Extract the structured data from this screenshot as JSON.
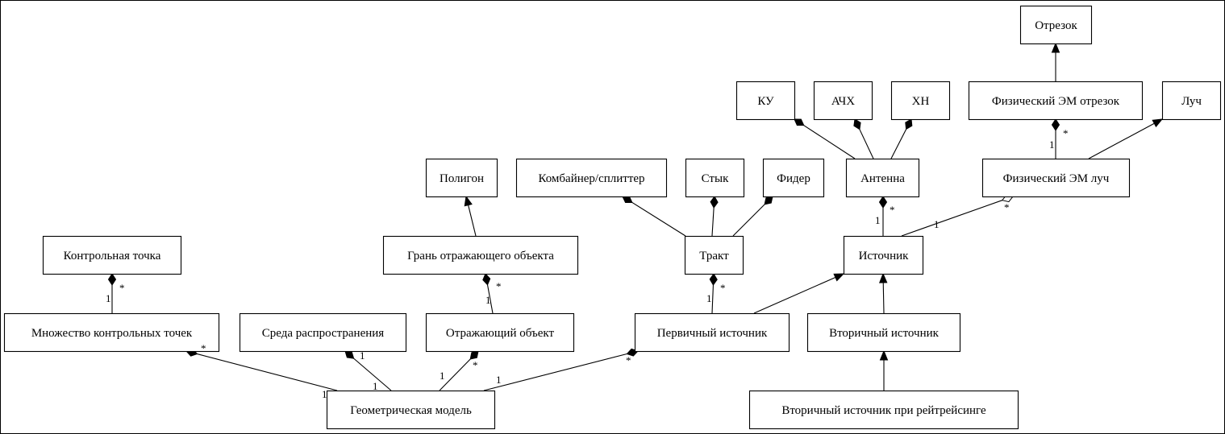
{
  "nodes": [
    {
      "id": "otrezok",
      "label": "Отрезок"
    },
    {
      "id": "ku",
      "label": "КУ"
    },
    {
      "id": "achh",
      "label": "АЧХ"
    },
    {
      "id": "hn",
      "label": "ХН"
    },
    {
      "id": "fiz_otrezok",
      "label": "Физический ЭМ отрезок"
    },
    {
      "id": "luch",
      "label": "Луч"
    },
    {
      "id": "poligon",
      "label": "Полигон"
    },
    {
      "id": "combiner",
      "label": "Комбайнер/сплиттер"
    },
    {
      "id": "styk",
      "label": "Стык"
    },
    {
      "id": "fider",
      "label": "Фидер"
    },
    {
      "id": "antenna",
      "label": "Антенна"
    },
    {
      "id": "fiz_luch",
      "label": "Физический ЭМ луч"
    },
    {
      "id": "kontrol_tochka",
      "label": "Контрольная точка"
    },
    {
      "id": "gran",
      "label": "Грань отражающего объекта"
    },
    {
      "id": "trakt",
      "label": "Тракт"
    },
    {
      "id": "istochnik",
      "label": "Источник"
    },
    {
      "id": "mnozh",
      "label": "Множество контрольных точек"
    },
    {
      "id": "sreda",
      "label": "Среда распространения"
    },
    {
      "id": "otr_obj",
      "label": "Отражающий объект"
    },
    {
      "id": "perv_ist",
      "label": "Первичный источник"
    },
    {
      "id": "vtor_ist",
      "label": "Вторичный источник"
    },
    {
      "id": "geom",
      "label": "Геометрическая модель"
    },
    {
      "id": "vtor_ray",
      "label": "Вторичный источник при рейтрейсинге"
    }
  ],
  "edges": [
    {
      "from": "fiz_otrezok",
      "to": "otrezok",
      "kind": "inheritance"
    },
    {
      "from": "fiz_luch",
      "to": "luch",
      "kind": "inheritance"
    },
    {
      "from": "gran",
      "to": "poligon",
      "kind": "inheritance"
    },
    {
      "from": "perv_ist",
      "to": "istochnik",
      "kind": "inheritance"
    },
    {
      "from": "vtor_ist",
      "to": "istochnik",
      "kind": "inheritance"
    },
    {
      "from": "vtor_ray",
      "to": "vtor_ist",
      "kind": "inheritance"
    },
    {
      "from": "antenna",
      "to": "ku",
      "kind": "composition"
    },
    {
      "from": "antenna",
      "to": "achh",
      "kind": "composition"
    },
    {
      "from": "antenna",
      "to": "hn",
      "kind": "composition"
    },
    {
      "from": "fiz_luch",
      "to": "fiz_otrezok",
      "kind": "composition",
      "mult_owner": "1",
      "mult_part": "*"
    },
    {
      "from": "trakt",
      "to": "combiner",
      "kind": "composition"
    },
    {
      "from": "trakt",
      "to": "styk",
      "kind": "composition"
    },
    {
      "from": "trakt",
      "to": "fider",
      "kind": "composition"
    },
    {
      "from": "istochnik",
      "to": "antenna",
      "kind": "composition",
      "mult_owner": "1",
      "mult_part": "*"
    },
    {
      "from": "istochnik",
      "to": "fiz_luch",
      "kind": "aggregation",
      "mult_owner": "1",
      "mult_part": "*"
    },
    {
      "from": "mnozh",
      "to": "kontrol_tochka",
      "kind": "composition",
      "mult_owner": "1",
      "mult_part": "*"
    },
    {
      "from": "otr_obj",
      "to": "gran",
      "kind": "composition",
      "mult_owner": "1",
      "mult_part": "*"
    },
    {
      "from": "perv_ist",
      "to": "trakt",
      "kind": "composition",
      "mult_owner": "1",
      "mult_part": "*"
    },
    {
      "from": "geom",
      "to": "mnozh",
      "kind": "composition",
      "mult_owner": "1",
      "mult_part": "*"
    },
    {
      "from": "geom",
      "to": "sreda",
      "kind": "composition",
      "mult_owner": "1",
      "mult_part": "1"
    },
    {
      "from": "geom",
      "to": "otr_obj",
      "kind": "composition",
      "mult_owner": "1",
      "mult_part": "*"
    },
    {
      "from": "geom",
      "to": "perv_ist",
      "kind": "composition",
      "mult_owner": "1",
      "mult_part": "*"
    }
  ]
}
